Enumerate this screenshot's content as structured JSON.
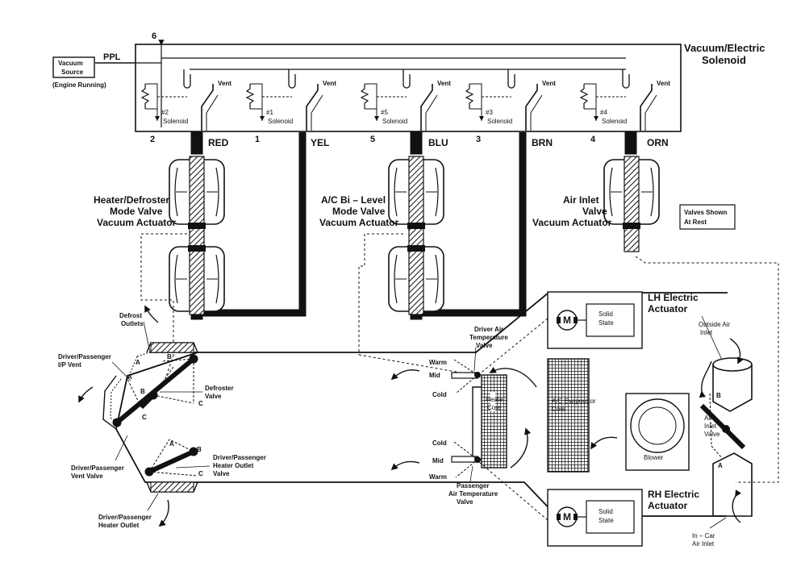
{
  "solenoid_block": {
    "title_line1": "Vacuum/Electric",
    "title_line2": "Solenoid",
    "feed_number": "6",
    "feed_label": "PPL",
    "vent_label": "Vent",
    "solenoid_word": "Solenoid",
    "solenoids": [
      {
        "tag": "#2",
        "terminal": "2"
      },
      {
        "tag": "#1",
        "terminal": "1"
      },
      {
        "tag": "#5",
        "terminal": "5"
      },
      {
        "tag": "#3",
        "terminal": "3"
      },
      {
        "tag": "#4",
        "terminal": "4"
      }
    ]
  },
  "vacuum_source": {
    "line1": "Vacuum",
    "line2": "Source",
    "note": "(Engine Running)"
  },
  "hoses": {
    "red": "RED",
    "yel": "YEL",
    "blu": "BLU",
    "brn": "BRN",
    "orn": "ORN"
  },
  "actuators": {
    "heater_defroster": [
      "Heater/Defroster",
      "Mode Valve",
      "Vacuum Actuator"
    ],
    "ac_bilevel": [
      "A/C Bi – Level",
      "Mode Valve",
      "Vacuum Actuator"
    ],
    "air_inlet": [
      "Air Inlet",
      "Valve",
      "Vacuum Actuator"
    ]
  },
  "valves_note": [
    "Valves Shown",
    "At Rest"
  ],
  "lh_actuator": {
    "title_line1": "LH Electric",
    "title_line2": "Actuator",
    "motor": "M",
    "solid_line1": "Solid",
    "solid_line2": "State"
  },
  "rh_actuator": {
    "title_line1": "RH Electric",
    "title_line2": "Actuator",
    "motor": "M",
    "solid_line1": "Solid",
    "solid_line2": "State"
  },
  "labels": {
    "defrost_outlets": [
      "Defrost",
      "Outlets"
    ],
    "driver_passenger_ip_vent": [
      "Driver/Passenger",
      "I/P Vent"
    ],
    "defroster_valve": [
      "Defroster",
      "Valve"
    ],
    "driver_passenger_vent_valve": [
      "Driver/Passenger",
      "Vent Valve"
    ],
    "driver_passenger_heater_outlet_valve": [
      "Driver/Passenger",
      "Heater Outlet",
      "Valve"
    ],
    "driver_passenger_heater_outlet": [
      "Driver/Passenger",
      "Heater Outlet"
    ],
    "driver_air_temp_valve": [
      "Driver Air",
      "Temperature",
      "Valve"
    ],
    "passenger_air_temp_valve": [
      "Passenger",
      "Air Temperature",
      "Valve"
    ],
    "warm": "Warm",
    "mid": "Mid",
    "cold": "Cold",
    "heater_core": [
      "Heater",
      "Core"
    ],
    "ac_evaporator_core": [
      "A/C Evaporator",
      "Core"
    ],
    "blower": "Blower",
    "air_inlet_valve": [
      "Air",
      "Inlet",
      "Valve"
    ],
    "outside_air_inlet": [
      "Outside Air",
      "Inlet"
    ],
    "incar_air_inlet": [
      "In – Car",
      "Air Inlet"
    ],
    "pos_a": "A",
    "pos_b": "B",
    "pos_c": "C"
  }
}
